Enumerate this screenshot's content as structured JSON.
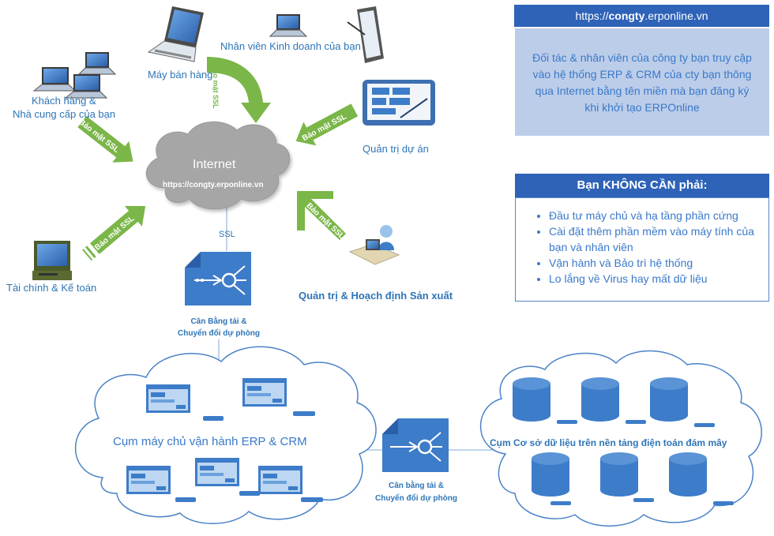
{
  "url_header": {
    "prefix": "https://",
    "domain_bold": "congty",
    "suffix": ".erponline.vn"
  },
  "info_text": "Đối tác & nhân viên của công ty bạn truy cập vào hệ thống ERP & CRM của cty bạn thông qua Internet bằng tên miền mà bạn đăng ký khi khởi tạo ERPOnline",
  "no_need": {
    "title": "Bạn KHÔNG CẦN phải:",
    "items": [
      "Đầu tư máy chủ và hạ tầng phần cứng",
      "Cài đặt thêm phần mềm vào máy tính của bạn và nhân viên",
      "Vận hành và Bảo trì hệ thống",
      "Lo lắng về Virus hay mất dữ liệu"
    ]
  },
  "internet": {
    "title": "Internet",
    "url": "https://congty.erponline.vn"
  },
  "nodes": {
    "sales_machine": "Máy bán hàng",
    "sales_staff": "Nhân viên Kinh doanh của bạn",
    "customers": [
      "Khách hàng &",
      "Nhà cung cấp của bạn"
    ],
    "project_admin": "Quản trị dự án",
    "finance": "Tài chính & Kế toán",
    "production": "Quản trị & Hoạch định Sản xuất"
  },
  "ssl_label": "Bảo mật SSL",
  "ssl_short": "SSL",
  "load_balancer_1": [
    "Cân Bằng tải &",
    "Chuyển đổi dự phòng"
  ],
  "load_balancer_2": [
    "Cân bằng tải &",
    "Chuyển đổi dự phòng"
  ],
  "erp_cluster": "Cụm máy chủ vận hành ERP & CRM",
  "db_cluster": "Cụm Cơ sở dữ liệu trên nền tảng điện toán đám mây",
  "colors": {
    "primary_blue": "#2e63b8",
    "text_blue": "#2e75b6",
    "panel_light": "#bccde9",
    "ssl_green": "#7ab648",
    "cloud_gray": "#a6a6a6",
    "device_blue": "#3d7cc9"
  }
}
